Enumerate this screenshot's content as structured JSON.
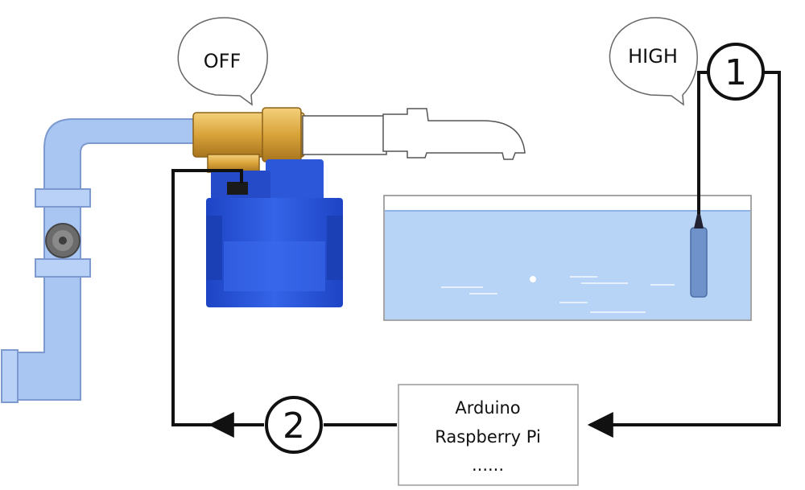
{
  "valve_status": "OFF",
  "level_status": "HIGH",
  "step_one": "1",
  "step_two": "2",
  "controller": {
    "line1": "Arduino",
    "line2": "Raspberry Pi",
    "line3": "......"
  },
  "colors": {
    "pipe": "#a9c5f2",
    "pipe_stroke": "#7c9ad0",
    "brass": "#d9a33a",
    "valve_body": "#2b55d6",
    "water": "#b7d3f6",
    "wire": "#111111"
  },
  "icons": [
    "flow-meter-icon",
    "level-sensor-icon",
    "faucet-icon"
  ]
}
